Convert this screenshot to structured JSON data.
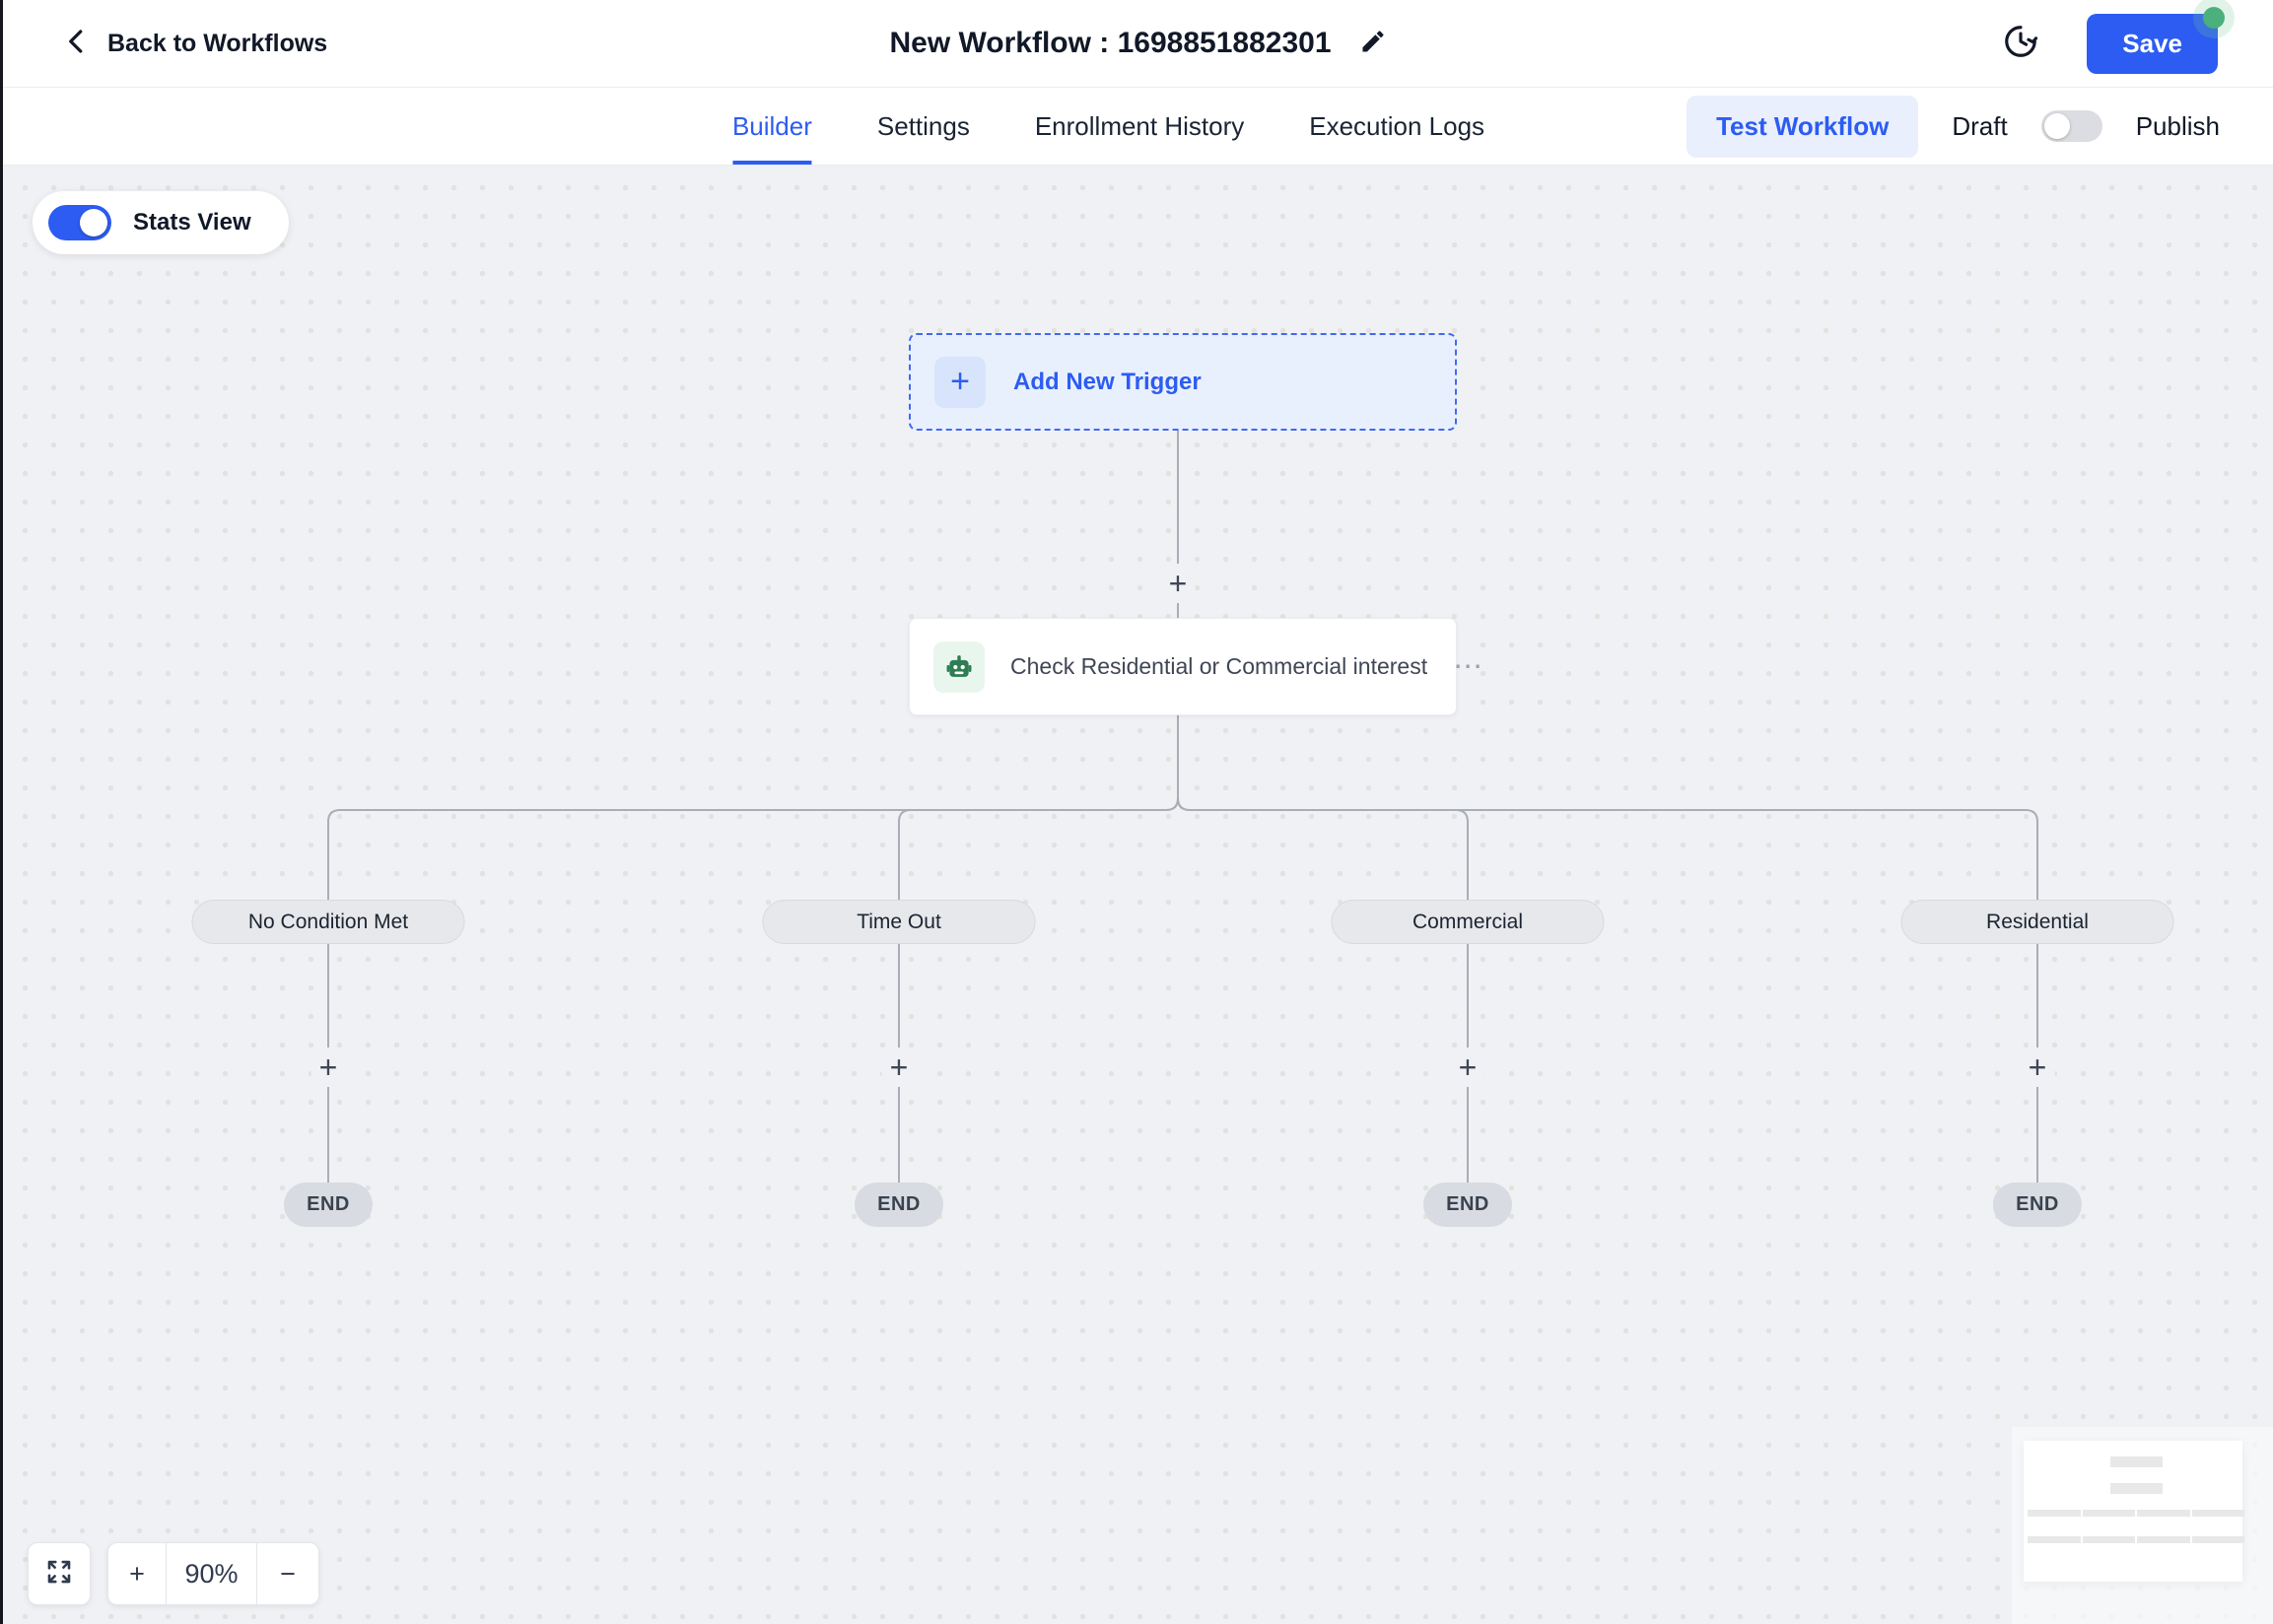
{
  "header": {
    "back_label": "Back to Workflows",
    "title": "New Workflow : 1698851882301",
    "save_label": "Save"
  },
  "tabs": [
    {
      "label": "Builder",
      "active": true
    },
    {
      "label": "Settings",
      "active": false
    },
    {
      "label": "Enrollment History",
      "active": false
    },
    {
      "label": "Execution Logs",
      "active": false
    }
  ],
  "actions_bar": {
    "test_workflow_label": "Test Workflow",
    "draft_label": "Draft",
    "publish_label": "Publish",
    "publish_toggle_state": "off"
  },
  "canvas": {
    "stats_view": {
      "label": "Stats View",
      "state": "on"
    },
    "trigger": {
      "label": "Add New Trigger"
    },
    "action_node": {
      "label": "Check Residential or Commercial interest",
      "icon": "robot"
    },
    "branches": [
      {
        "label": "No Condition Met"
      },
      {
        "label": "Time Out"
      },
      {
        "label": "Commercial"
      },
      {
        "label": "Residential"
      }
    ],
    "end_label": "END",
    "zoom_level": "90%"
  },
  "icons": {
    "plus": "+",
    "minus": "−",
    "ellipsis": "⋯"
  },
  "colors": {
    "accent_blue": "#2c5cf2",
    "save_button_blue": "#2c5cf2",
    "unsaved_dot_green": "#4bb07c",
    "robot_icon_green": "#2e7d53",
    "trigger_fill": "#e9f0fd",
    "branch_pill": "#e7e8ec",
    "end_pill": "#d8dbe1",
    "canvas_bg": "#f0f1f4",
    "connector_gray": "#a9adb5"
  }
}
